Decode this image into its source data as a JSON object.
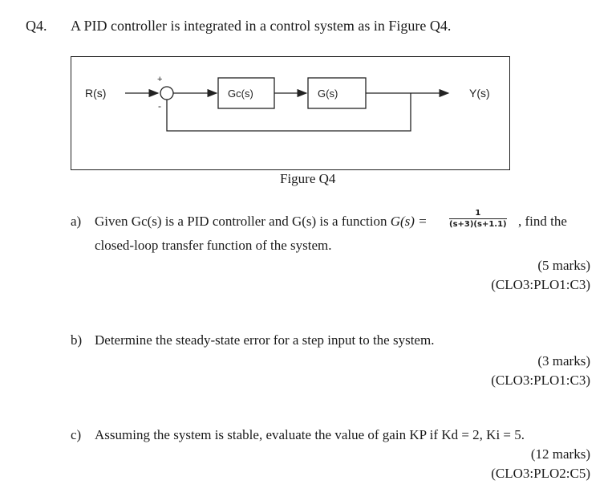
{
  "question": {
    "number": "Q4.",
    "intro": "A PID controller is integrated in a control system as in Figure Q4."
  },
  "figure": {
    "input_label": "R(s)",
    "plus_sign": "+",
    "minus_sign": "-",
    "controller_label": "Gc(s)",
    "plant_label": "G(s)",
    "output_label": "Y(s)",
    "caption": "Figure Q4"
  },
  "parts": [
    {
      "label": "a)",
      "text_before": "Given Gc(s) is a PID controller and G(s) is a function",
      "math_lhs": "G(s) =",
      "frac_num": "1",
      "frac_den": "(s+3)(s+1.1)",
      "text_after": ", find the",
      "line2": "closed-loop transfer function of the system.",
      "marks": "(5 marks)",
      "clo": "(CLO3:PLO1:C3)"
    },
    {
      "label": "b)",
      "text": "Determine the steady-state error for a step input to the system.",
      "marks": "(3 marks)",
      "clo": "(CLO3:PLO1:C3)"
    },
    {
      "label": "c)",
      "text": "Assuming the system is stable, evaluate the value of gain KP if Kd = 2, Ki = 5.",
      "marks": "(12 marks)",
      "clo": "(CLO3:PLO2:C5)"
    }
  ]
}
